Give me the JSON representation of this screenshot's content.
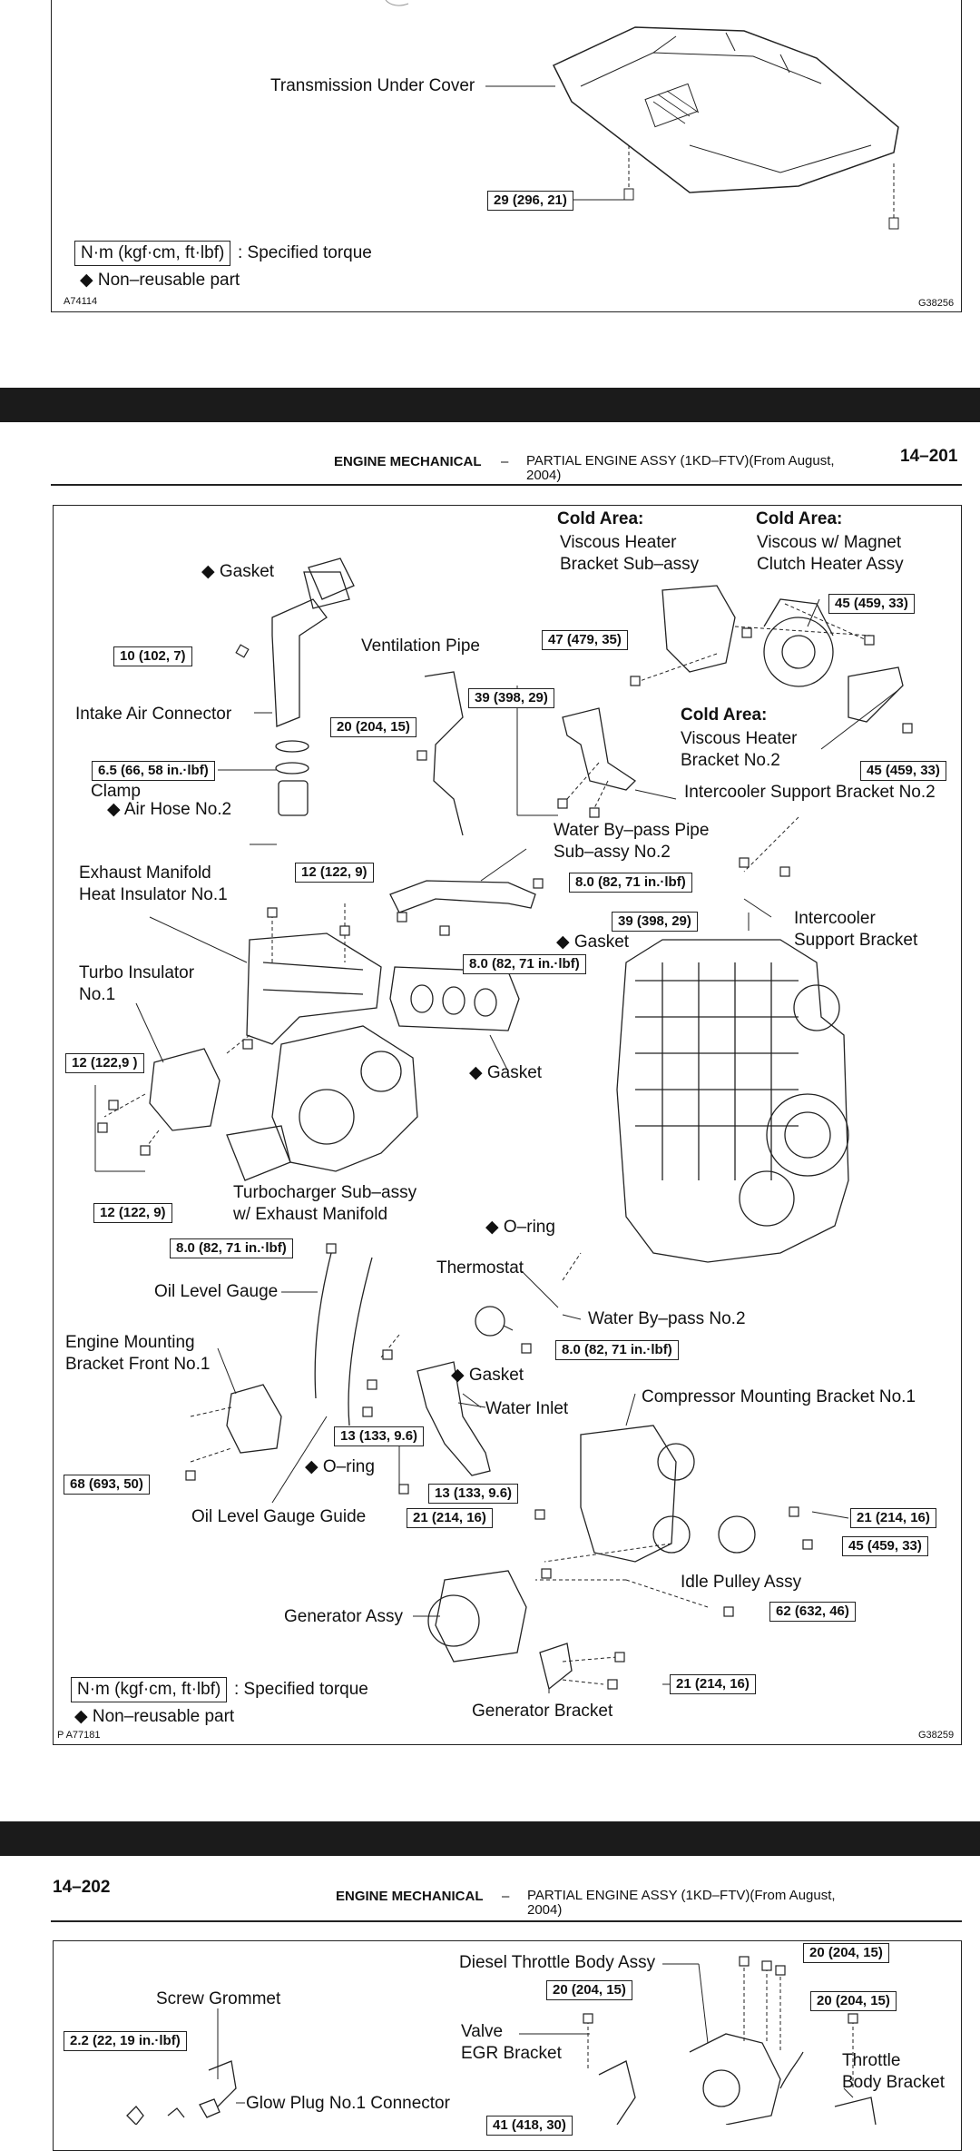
{
  "page1_bottom": {
    "label_transmission": "Transmission Under Cover",
    "torque_1": "29 (296, 21)",
    "legend_torque_box": "N·m (kgf·cm, ft·lbf)",
    "legend_torque_text": ": Specified torque",
    "legend_nonreusable": "◆ Non–reusable part",
    "code_left": "A74114",
    "code_right": "G38256"
  },
  "page2": {
    "header_section": "ENGINE MECHANICAL",
    "header_dash": "–",
    "header_sub": "PARTIAL ENGINE ASSY (1KD–FTV)(From August, 2004)",
    "page_number": "14–201",
    "labels": {
      "cold_area_1": "Cold Area:",
      "viscous_heater_bracket": "Viscous Heater\nBracket Sub–assy",
      "cold_area_2": "Cold Area:",
      "viscous_magnet_clutch": "Viscous w/ Magnet\nClutch Heater Assy",
      "gasket_1": "◆ Gasket",
      "ventilation_pipe": "Ventilation Pipe",
      "intake_air_connector": "Intake Air Connector",
      "cold_area_3": "Cold Area:",
      "viscous_heater_bracket2": "Viscous Heater\nBracket No.2",
      "clamp": "Clamp",
      "air_hose": "◆ Air Hose No.2",
      "intercooler_support_2": "Intercooler Support Bracket No.2",
      "water_bypass_pipe": "Water By–pass Pipe\nSub–assy No.2",
      "exhaust_manifold_heat": "Exhaust Manifold\nHeat Insulator No.1",
      "gasket_2": "◆ Gasket",
      "intercooler_support": "Intercooler\nSupport Bracket",
      "turbo_insulator": "Turbo Insulator\nNo.1",
      "gasket_3": "◆ Gasket",
      "turbocharger": "Turbocharger Sub–assy\nw/ Exhaust Manifold",
      "o_ring_1": "◆ O–ring",
      "thermostat": "Thermostat",
      "oil_level_gauge": "Oil Level Gauge",
      "water_bypass_2": "Water By–pass No.2",
      "engine_mounting": "Engine Mounting\nBracket Front No.1",
      "gasket_4": "◆ Gasket",
      "water_inlet": "Water Inlet",
      "compressor_mounting": "Compressor Mounting Bracket No.1",
      "o_ring_2": "◆ O–ring",
      "oil_level_gauge_guide": "Oil Level Gauge Guide",
      "idle_pulley": "Idle Pulley Assy",
      "generator_assy": "Generator Assy",
      "generator_bracket": "Generator Bracket"
    },
    "torques": {
      "t_45a": "45 (459, 33)",
      "t_47": "47 (479, 35)",
      "t_10": "10 (102, 7)",
      "t_39a": "39 (398, 29)",
      "t_20": "20 (204, 15)",
      "t_6_5": "6.5 (66, 58 in.·lbf)",
      "t_45b": "45 (459, 33)",
      "t_12a": "12 (122, 9)",
      "t_8a": "8.0 (82, 71 in.·lbf)",
      "t_39b": "39 (398, 29)",
      "t_8b": "8.0 (82, 71 in.·lbf)",
      "t_12b": "12 (122,9 )",
      "t_12c": "12 (122, 9)",
      "t_8c": "8.0 (82, 71 in.·lbf)",
      "t_8d": "8.0 (82, 71 in.·lbf)",
      "t_13a": "13 (133, 9.6)",
      "t_68": "68 (693, 50)",
      "t_13b": "13 (133, 9.6)",
      "t_21a": "21 (214, 16)",
      "t_21b": "21 (214, 16)",
      "t_45c": "45 (459, 33)",
      "t_62": "62 (632, 46)",
      "t_21c": "21 (214, 16)"
    },
    "legend_torque_box": "N·m (kgf·cm, ft·lbf)",
    "legend_torque_text": ": Specified torque",
    "legend_nonreusable": "◆ Non–reusable part",
    "code_left": "P  A77181",
    "code_right": "G38259"
  },
  "page3_top": {
    "page_number": "14–202",
    "header_section": "ENGINE MECHANICAL",
    "header_dash": "–",
    "header_sub": "PARTIAL ENGINE ASSY (1KD–FTV)(From August, 2004)",
    "labels": {
      "diesel_throttle": "Diesel Throttle Body Assy",
      "screw_grommet": "Screw Grommet",
      "valve_egr": "Valve\nEGR Bracket",
      "throttle_body_bracket": "Throttle\nBody Bracket",
      "glow_plug": "Glow Plug No.1 Connector"
    },
    "torques": {
      "t_20a": "20 (204, 15)",
      "t_20b": "20 (204, 15)",
      "t_20c": "20 (204, 15)",
      "t_2_2": "2.2 (22, 19 in.·lbf)",
      "t_41": "41 (418, 30)"
    }
  }
}
